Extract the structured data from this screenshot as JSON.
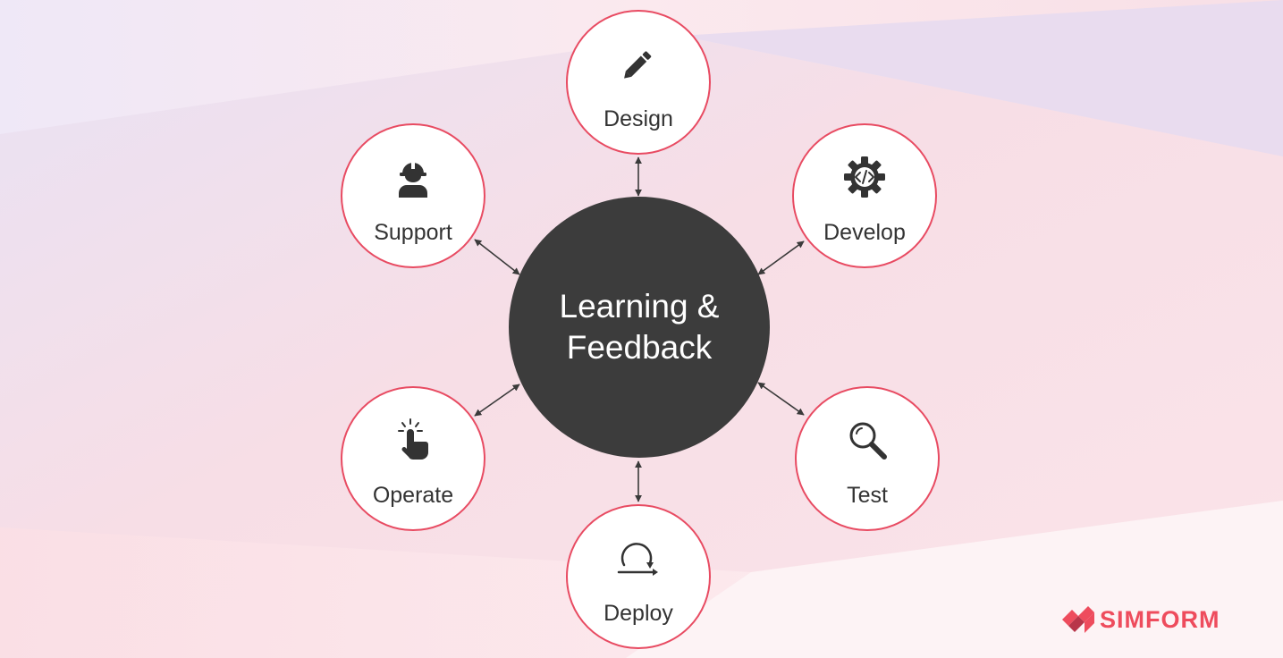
{
  "diagram": {
    "center": {
      "label_line1": "Learning &",
      "label_line2": "Feedback"
    },
    "stages": [
      {
        "id": "design",
        "label": "Design",
        "icon": "pencil-icon"
      },
      {
        "id": "develop",
        "label": "Develop",
        "icon": "code-gear-icon"
      },
      {
        "id": "test",
        "label": "Test",
        "icon": "magnifier-icon"
      },
      {
        "id": "deploy",
        "label": "Deploy",
        "icon": "cycle-arrows-icon"
      },
      {
        "id": "operate",
        "label": "Operate",
        "icon": "tap-finger-icon"
      },
      {
        "id": "support",
        "label": "Support",
        "icon": "worker-helmet-icon"
      }
    ],
    "connector_style": "bidirectional-arrow"
  },
  "brand": {
    "name": "SIMFORM",
    "logo_icon": "simform-logo-icon"
  },
  "colors": {
    "hub_fill": "#3c3c3c",
    "node_border": "#e84b62",
    "node_fill": "#ffffff",
    "text": "#333333",
    "brand": "#ee4c5d",
    "background": "#fbe6ea"
  }
}
